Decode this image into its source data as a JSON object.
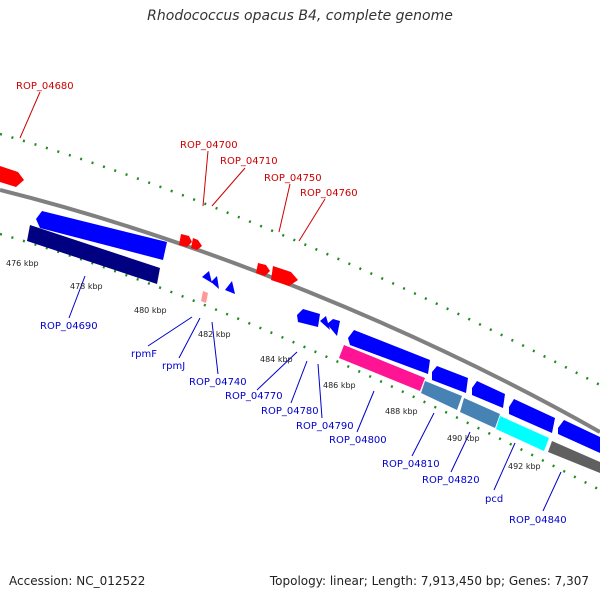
{
  "title": "Rhodococcus opacus B4, complete genome",
  "footer": {
    "accession": "Accession: NC_012522",
    "topology": "Topology: linear; Length: 7,913,450 bp; Genes: 7,307"
  },
  "colors": {
    "forward_gene": "#ff0000",
    "reverse_gene": "#0000ff",
    "dark_gene": "#000080",
    "pink_gene": "#ff1493",
    "steel_gene": "#4682b4",
    "cyan_gene": "#00ffff",
    "gray_gene": "#606060",
    "backbone": "#808080",
    "tick": "#228b22",
    "label_red": "#cc0000",
    "label_blue": "#0000cc"
  },
  "scale_labels": [
    "476 kbp",
    "478 kbp",
    "480 kbp",
    "482 kbp",
    "484 kbp",
    "486 kbp",
    "488 kbp",
    "490 kbp",
    "492 kbp"
  ],
  "forward_labels": [
    "ROP_04680",
    "ROP_04700",
    "ROP_04710",
    "ROP_04750",
    "ROP_04760"
  ],
  "reverse_labels": [
    "ROP_04690",
    "rpmF",
    "rpmJ",
    "ROP_04740",
    "ROP_04770",
    "ROP_04780",
    "ROP_04790",
    "ROP_04800",
    "ROP_04810",
    "ROP_04820",
    "pcd",
    "ROP_04840"
  ]
}
